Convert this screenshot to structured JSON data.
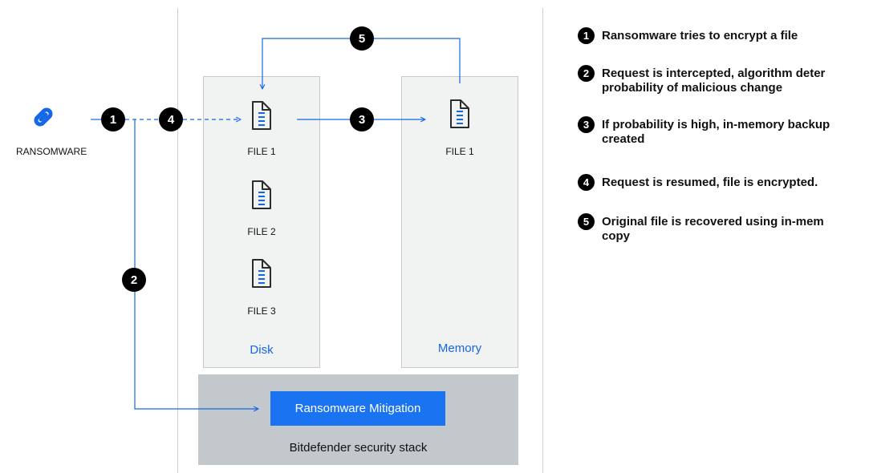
{
  "ransomware": {
    "label": "RANSOMWARE",
    "icon": "chain-link-icon",
    "color": "#1467e6"
  },
  "disk": {
    "label": "Disk",
    "files": [
      {
        "label": "FILE 1",
        "icon": "document-icon"
      },
      {
        "label": "FILE 2",
        "icon": "document-icon"
      },
      {
        "label": "FILE 3",
        "icon": "document-icon"
      }
    ]
  },
  "memory": {
    "label": "Memory",
    "file": {
      "label": "FILE 1",
      "icon": "document-icon"
    }
  },
  "security_stack": {
    "label": "Bitdefender security stack",
    "mitigation_label": "Ransomware Mitigation"
  },
  "flow_badges": [
    "1",
    "2",
    "3",
    "4",
    "5"
  ],
  "legend": [
    {
      "num": "1",
      "lines": [
        "Ransomware tries to encrypt a file"
      ]
    },
    {
      "num": "2",
      "lines": [
        "Request is intercepted, algorithm deter",
        "probability of malicious change"
      ]
    },
    {
      "num": "3",
      "lines": [
        "If probability is high, in-memory backup",
        "created"
      ]
    },
    {
      "num": "4",
      "lines": [
        "Request is resumed, file is encrypted."
      ]
    },
    {
      "num": "5",
      "lines": [
        "Original file is recovered using in-mem",
        "copy"
      ]
    }
  ],
  "colors": {
    "accent": "#1467e6",
    "button": "#1a73f0",
    "panel": "#f1f2f2",
    "stack": "#c2c8cc",
    "badge": "#000000"
  }
}
